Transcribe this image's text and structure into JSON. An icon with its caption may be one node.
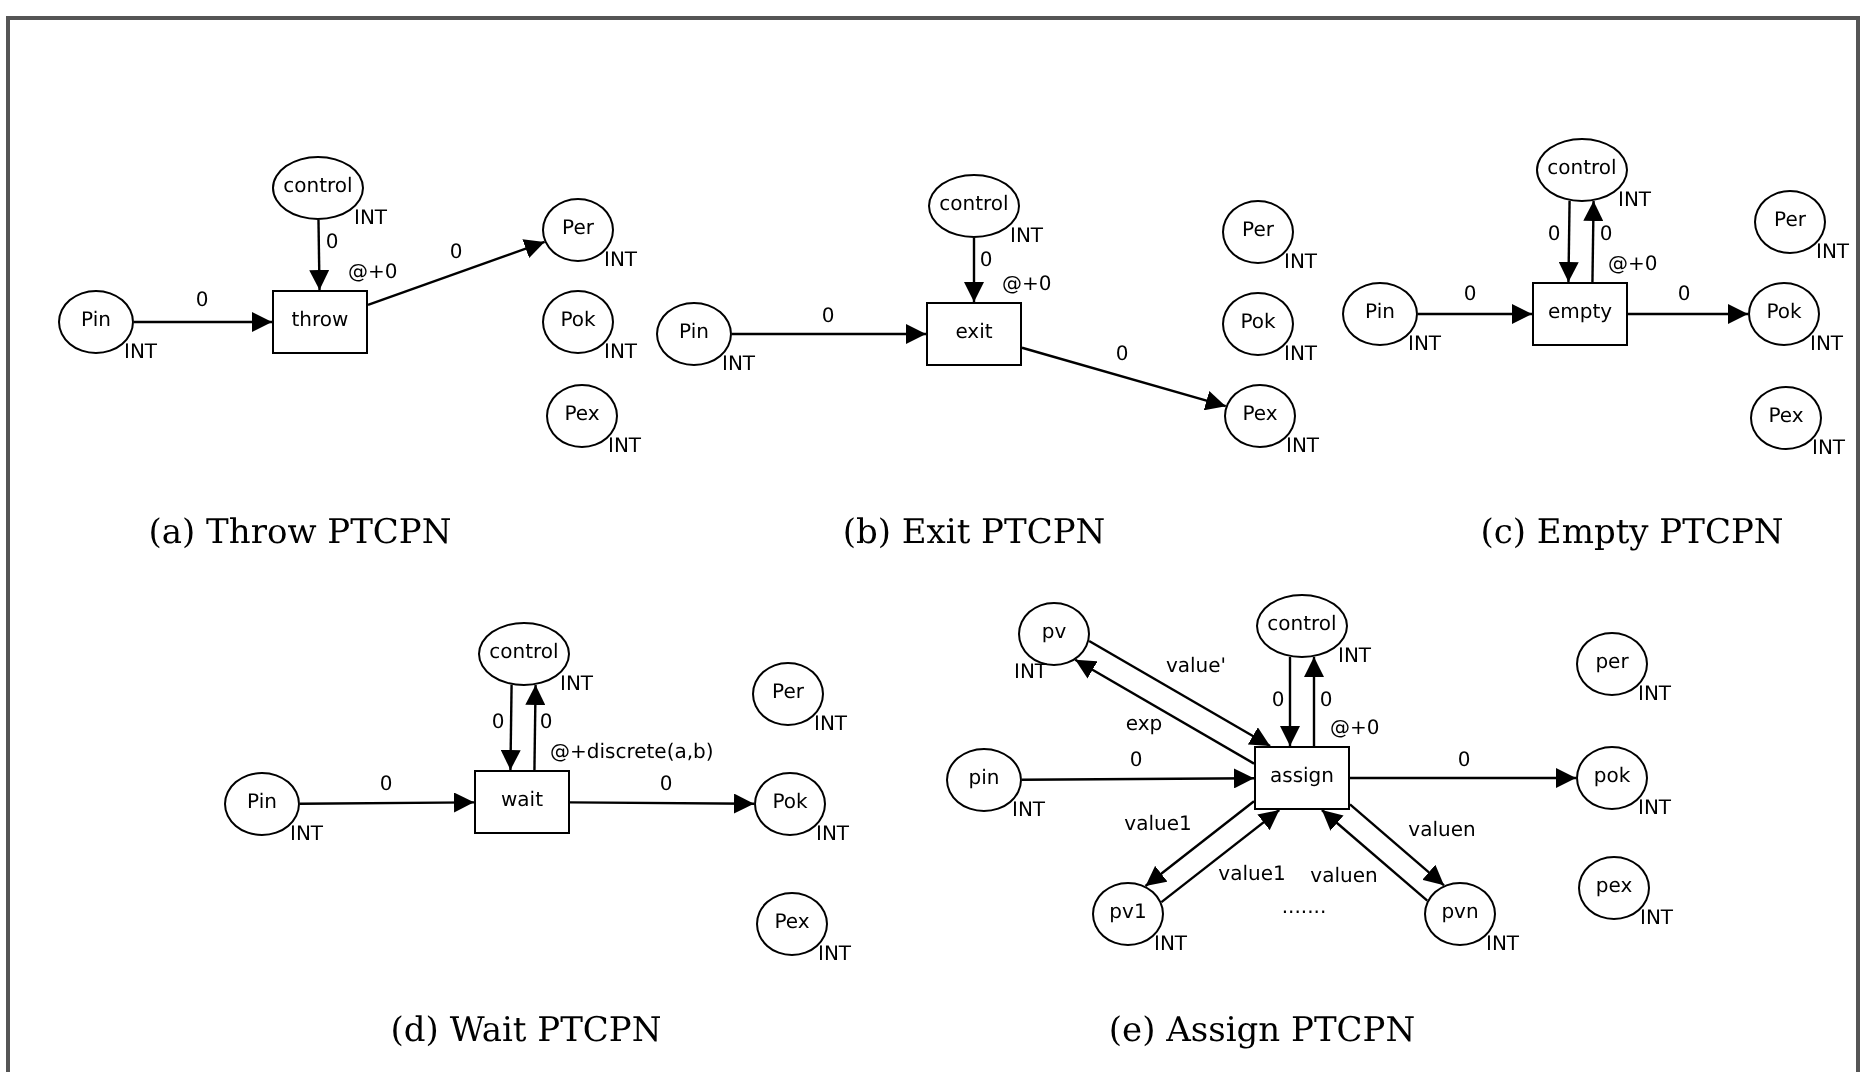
{
  "diagram": {
    "nodes": [
      {
        "text": [
          "control"
        ],
        "beside": [
          "INT"
        ]
      },
      {
        "text": [
          "Pin"
        ],
        "beside": [
          "INT"
        ]
      },
      {
        "text": [
          "throw"
        ],
        "beside": [
          "@+0"
        ]
      },
      {
        "text": [
          "Per"
        ],
        "beside": [
          "INT"
        ]
      },
      {
        "text": [
          "Pok"
        ],
        "beside": [
          "INT"
        ]
      },
      {
        "text": [
          "Pex"
        ],
        "beside": [
          "INT"
        ]
      },
      {
        "text": [
          "control"
        ],
        "beside": [
          "INT"
        ]
      },
      {
        "text": [
          "Pin"
        ],
        "beside": [
          "INT"
        ]
      },
      {
        "text": [
          "exit"
        ],
        "beside": [
          "@+0"
        ]
      },
      {
        "text": [
          "Per"
        ],
        "beside": [
          "INT"
        ]
      },
      {
        "text": [
          "Pok"
        ],
        "beside": [
          "INT"
        ]
      },
      {
        "text": [
          "Pex"
        ],
        "beside": [
          "INT"
        ]
      },
      {
        "text": [
          "control"
        ],
        "beside": [
          "INT"
        ]
      },
      {
        "text": [
          "Pin"
        ],
        "beside": [
          "INT"
        ]
      },
      {
        "text": [
          "empty"
        ],
        "beside": [
          "@+0"
        ]
      },
      {
        "text": [
          "Per"
        ],
        "beside": [
          "INT"
        ]
      },
      {
        "text": [
          "Pok"
        ],
        "beside": [
          "INT"
        ]
      },
      {
        "text": [
          "Pex"
        ],
        "beside": [
          "INT"
        ]
      },
      {
        "text": [
          "control"
        ],
        "beside": [
          "INT"
        ]
      },
      {
        "text": [
          "Pin"
        ],
        "beside": [
          "INT"
        ]
      },
      {
        "text": [
          "wait"
        ],
        "beside": [
          "@+discrete(a,b)"
        ]
      },
      {
        "text": [
          "Per"
        ],
        "beside": [
          "INT"
        ]
      },
      {
        "text": [
          "Pok"
        ],
        "beside": [
          "INT"
        ]
      },
      {
        "text": [
          "Pex"
        ],
        "beside": [
          "INT"
        ]
      },
      {
        "text": [
          "pv"
        ],
        "beside": [
          "INT"
        ]
      },
      {
        "text": [
          "control"
        ],
        "beside": [
          "INT"
        ]
      },
      {
        "text": [
          "per"
        ],
        "beside": [
          "INT"
        ]
      },
      {
        "text": [
          "pin"
        ],
        "beside": [
          "INT"
        ]
      },
      {
        "text": [
          "assign"
        ],
        "beside": [
          "@+0"
        ]
      },
      {
        "text": [
          "pok"
        ],
        "beside": [
          "INT"
        ]
      },
      {
        "text": [
          "pv1"
        ],
        "beside": [
          "INT"
        ]
      },
      {
        "text": [
          "pvn"
        ],
        "beside": [
          "INT"
        ]
      },
      {
        "text": [
          "pex"
        ],
        "beside": [
          "INT"
        ]
      }
    ],
    "edges": [
      {
        "from": 0,
        "to": 2,
        "arrow": "to",
        "label": "0"
      },
      {
        "from": 1,
        "to": 2,
        "arrow": "to",
        "label": "0"
      },
      {
        "from": 2,
        "to": 3,
        "arrow": "to",
        "label": "0"
      },
      {
        "from": 6,
        "to": 8,
        "arrow": "to",
        "label": "0"
      },
      {
        "from": 7,
        "to": 8,
        "arrow": "to",
        "label": "0"
      },
      {
        "from": 8,
        "to": 11,
        "arrow": "to",
        "label": "0"
      },
      {
        "from": 12,
        "to": 14,
        "arrow": "to",
        "label": "0"
      },
      {
        "from": 14,
        "to": 12,
        "arrow": "to",
        "label": "0"
      },
      {
        "from": 13,
        "to": 14,
        "arrow": "to",
        "label": "0"
      },
      {
        "from": 14,
        "to": 16,
        "arrow": "to",
        "label": "0"
      },
      {
        "from": 18,
        "to": 20,
        "arrow": "to",
        "label": "0"
      },
      {
        "from": 20,
        "to": 18,
        "arrow": "to",
        "label": "0"
      },
      {
        "from": 19,
        "to": 20,
        "arrow": "to",
        "label": "0"
      },
      {
        "from": 20,
        "to": 22,
        "arrow": "to",
        "label": "0"
      },
      {
        "from": 24,
        "to": 28,
        "arrow": "to",
        "label": "value'"
      },
      {
        "from": 28,
        "to": 24,
        "arrow": "to",
        "label": "exp"
      },
      {
        "from": 25,
        "to": 28,
        "arrow": "to",
        "label": "0"
      },
      {
        "from": 28,
        "to": 25,
        "arrow": "to",
        "label": "0"
      },
      {
        "from": 27,
        "to": 28,
        "arrow": "to",
        "label": "0"
      },
      {
        "from": 28,
        "to": 29,
        "arrow": "to",
        "label": "0"
      },
      {
        "from": 28,
        "to": 30,
        "arrow": "to",
        "label": "value1"
      },
      {
        "from": 30,
        "to": 28,
        "arrow": "to",
        "label": "value1"
      },
      {
        "from": 31,
        "to": 28,
        "arrow": "to",
        "label": "valuen"
      },
      {
        "from": 28,
        "to": 31,
        "arrow": "to",
        "label": "valuen"
      }
    ],
    "labels": [
      "(a) Throw PTCPN",
      "(b) Exit PTCPN",
      "(c) Empty PTCPN",
      ".......",
      "(d) Wait PTCPN",
      "(e) Assign PTCPN"
    ]
  }
}
